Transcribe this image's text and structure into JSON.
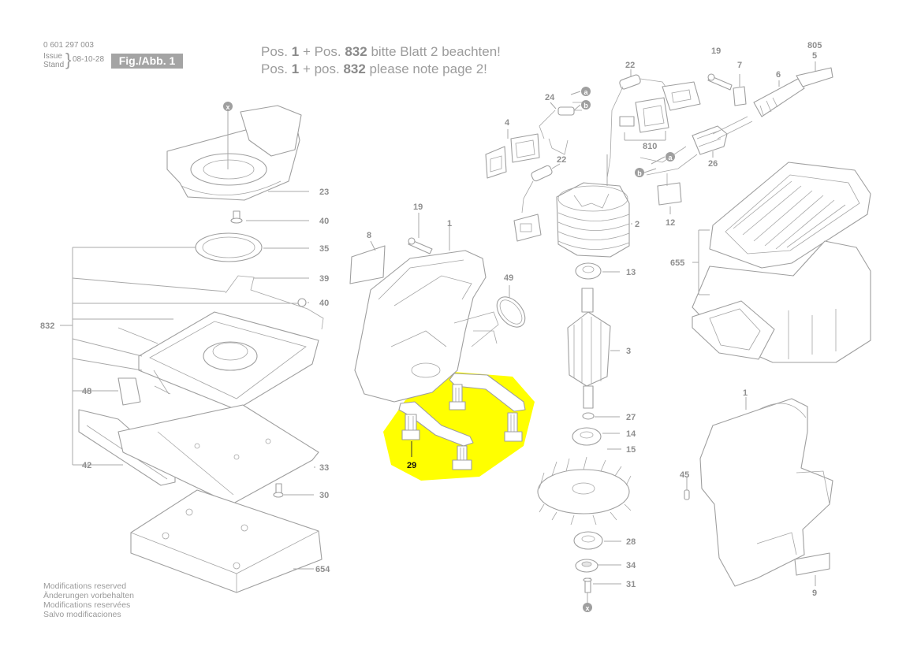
{
  "header": {
    "part_number": "0 601 297 003",
    "issue_label": "Issue",
    "stand_label": "Stand",
    "brace": "}",
    "date": "08-10-28",
    "figure": "Fig./Abb. 1"
  },
  "notice": {
    "line1": {
      "pre": "Pos. ",
      "p1": "1",
      "mid": " + Pos. ",
      "p2": "832",
      "post": " bitte Blatt 2 beachten!"
    },
    "line2": {
      "pre": "Pos. ",
      "p1": "1",
      "mid": " + pos. ",
      "p2": "832",
      "post": " please note page 2!"
    }
  },
  "footer": [
    "Modifications reserved",
    "Änderungen vorbehalten",
    "Modifications reservées",
    "Salvo modificaciones"
  ],
  "highlight": {
    "part_label": "29",
    "color": "#ffff00"
  },
  "connector_markers": {
    "a": "a",
    "b": "b",
    "x": "x"
  },
  "part_labels": {
    "p23": "23",
    "p40a": "40",
    "p35": "35",
    "p39": "39",
    "p40b": "40",
    "p832": "832",
    "p48": "48",
    "p42": "42",
    "p33": "33",
    "p30": "30",
    "p654": "654",
    "p8": "8",
    "p19a": "19",
    "p1a": "1",
    "p49": "49",
    "p4": "4",
    "p24": "24",
    "p22a": "22",
    "p22b": "22",
    "p810": "810",
    "p2": "2",
    "p13": "13",
    "p3": "3",
    "p27": "27",
    "p14": "14",
    "p15": "15",
    "p28": "28",
    "p34": "34",
    "p31": "31",
    "p19b": "19",
    "p7": "7",
    "p805": "805",
    "p5": "5",
    "p6": "6",
    "p26": "26",
    "p12": "12",
    "p655": "655",
    "p1b": "1",
    "p45": "45",
    "p9": "9"
  }
}
